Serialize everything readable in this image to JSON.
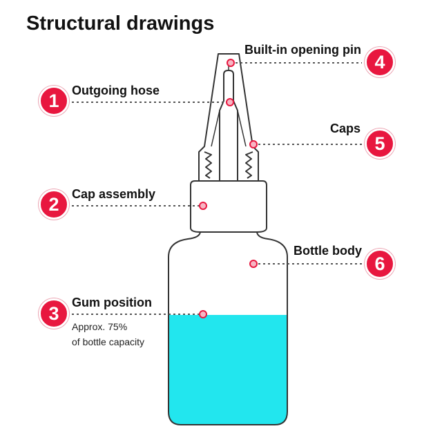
{
  "title": "Structural drawings",
  "colors": {
    "badge": "#e8173f",
    "liquid": "#22e6ee",
    "outline": "#333333",
    "dot": "#e8173f",
    "leader": "#555555"
  },
  "callouts": [
    {
      "number": "1",
      "label": "Outgoing hose"
    },
    {
      "number": "2",
      "label": "Cap assembly"
    },
    {
      "number": "3",
      "label": "Gum position",
      "note_line1": "Approx. 75%",
      "note_line2": "of bottle capacity"
    },
    {
      "number": "4",
      "label": "Built-in opening pin"
    },
    {
      "number": "5",
      "label": "Caps"
    },
    {
      "number": "6",
      "label": "Bottle body"
    }
  ]
}
